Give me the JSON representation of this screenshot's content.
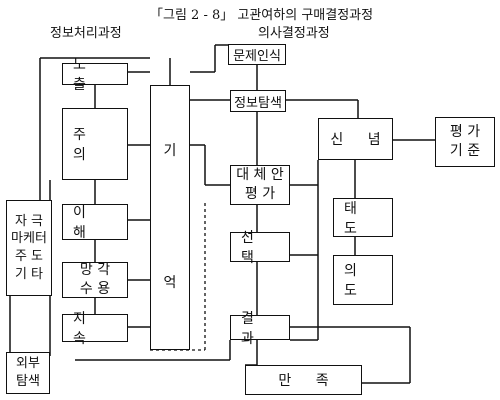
{
  "figure_title": "「그림 2 - 8」 고관여하의 구매결정과정",
  "info_process_title": "정보처리과정",
  "decision_process_title": "의사결정과정",
  "info_process_boxes": {
    "exposure": "노 출",
    "attention": "주 의",
    "comprehension": "이 해",
    "acceptance_line1": "망 각",
    "acceptance_line2": "수 용",
    "retention": "지 속"
  },
  "memory": {
    "line1": "기",
    "line2": "억"
  },
  "stimulus": {
    "line1": "자 극",
    "line2": "마케터",
    "line3": "주 도",
    "line4": "기 타"
  },
  "external_search": {
    "line1": "외부",
    "line2": "탐색"
  },
  "decision_boxes": {
    "problem_recognition": "문제인식",
    "info_search": "정보탐색",
    "alt_eval_line1": "대 체 안",
    "alt_eval_line2": "평 가",
    "choice": "선 택",
    "outcome": "결 과",
    "satisfaction": "만 족"
  },
  "attitude_boxes": {
    "belief": "신 념",
    "attitude": "태 도",
    "intention": "의 도",
    "eval_criteria_line1": "평 가",
    "eval_criteria_line2": "기 준"
  }
}
